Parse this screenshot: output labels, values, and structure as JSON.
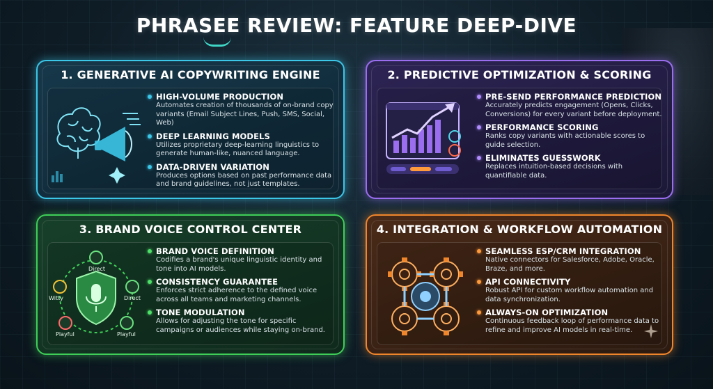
{
  "page": {
    "title": "PHRASEE REVIEW: FEATURE DEEP-DIVE"
  },
  "colors": {
    "panel1_accent": "#3cc6e8",
    "panel2_accent": "#9b6ef0",
    "panel3_accent": "#3fcf58",
    "panel4_accent": "#f0862c"
  },
  "panels": [
    {
      "title": "1. GENERATIVE AI COPYWRITING ENGINE",
      "icon": "brain-megaphone-icon",
      "items": [
        {
          "heading": "HIGH-VOLUME PRODUCTION",
          "desc": "Automates creation of thousands of on-brand copy variants (Email Subject Lines, Push, SMS, Social, Web)"
        },
        {
          "heading": "DEEP LEARNING MODELS",
          "desc": "Utilizes proprietary deep-learning linguistics to generate human-like, nuanced language."
        },
        {
          "heading": "DATA-DRIVEN VARIATION",
          "desc": "Produces options based on past performance data and brand guidelines, not just templates."
        }
      ]
    },
    {
      "title": "2. PREDICTIVE OPTIMIZATION & SCORING",
      "icon": "trending-chart-icon",
      "items": [
        {
          "heading": "PRE-SEND PERFORMANCE PREDICTION",
          "desc": "Accurately predicts engagement (Opens, Clicks, Conversions) for every variant before deployment."
        },
        {
          "heading": "PERFORMANCE SCORING",
          "desc": "Ranks copy variants with actionable scores to guide selection."
        },
        {
          "heading": "ELIMINATES GUESSWORK",
          "desc": "Replaces intuition-based decisions with quantifiable data."
        }
      ]
    },
    {
      "title": "3. BRAND VOICE CONTROL CENTER",
      "icon": "shield-microphone-icon",
      "wheel_labels": {
        "top": "Direct",
        "right": "Direct",
        "left": "Witty",
        "bottom_left": "Playful",
        "bottom_right": "Playful"
      },
      "items": [
        {
          "heading": "BRAND VOICE DEFINITION",
          "desc": "Codifies a brand's unique linguistic identity and tone into AI models."
        },
        {
          "heading": "CONSISTENCY GUARANTEE",
          "desc": "Enforces strict adherence to the defined voice across all teams and marketing channels."
        },
        {
          "heading": "TONE MODULATION",
          "desc": "Allows for adjusting the tone for specific campaigns or audiences while staying on-brand."
        }
      ]
    },
    {
      "title": "4. INTEGRATION & WORKFLOW AUTOMATION",
      "icon": "gears-workflow-icon",
      "items": [
        {
          "heading": "SEAMLESS ESP/CRM INTEGRATION",
          "desc": "Native connectors for Salesforce, Adobe, Oracle, Braze, and more."
        },
        {
          "heading": "API CONNECTIVITY",
          "desc": "Robust API for custom workflow automation and data synchronization."
        },
        {
          "heading": "ALWAYS-ON OPTIMIZATION",
          "desc": "Continuous feedback loop of performance data to refine and improve AI models in real-time."
        }
      ]
    }
  ]
}
